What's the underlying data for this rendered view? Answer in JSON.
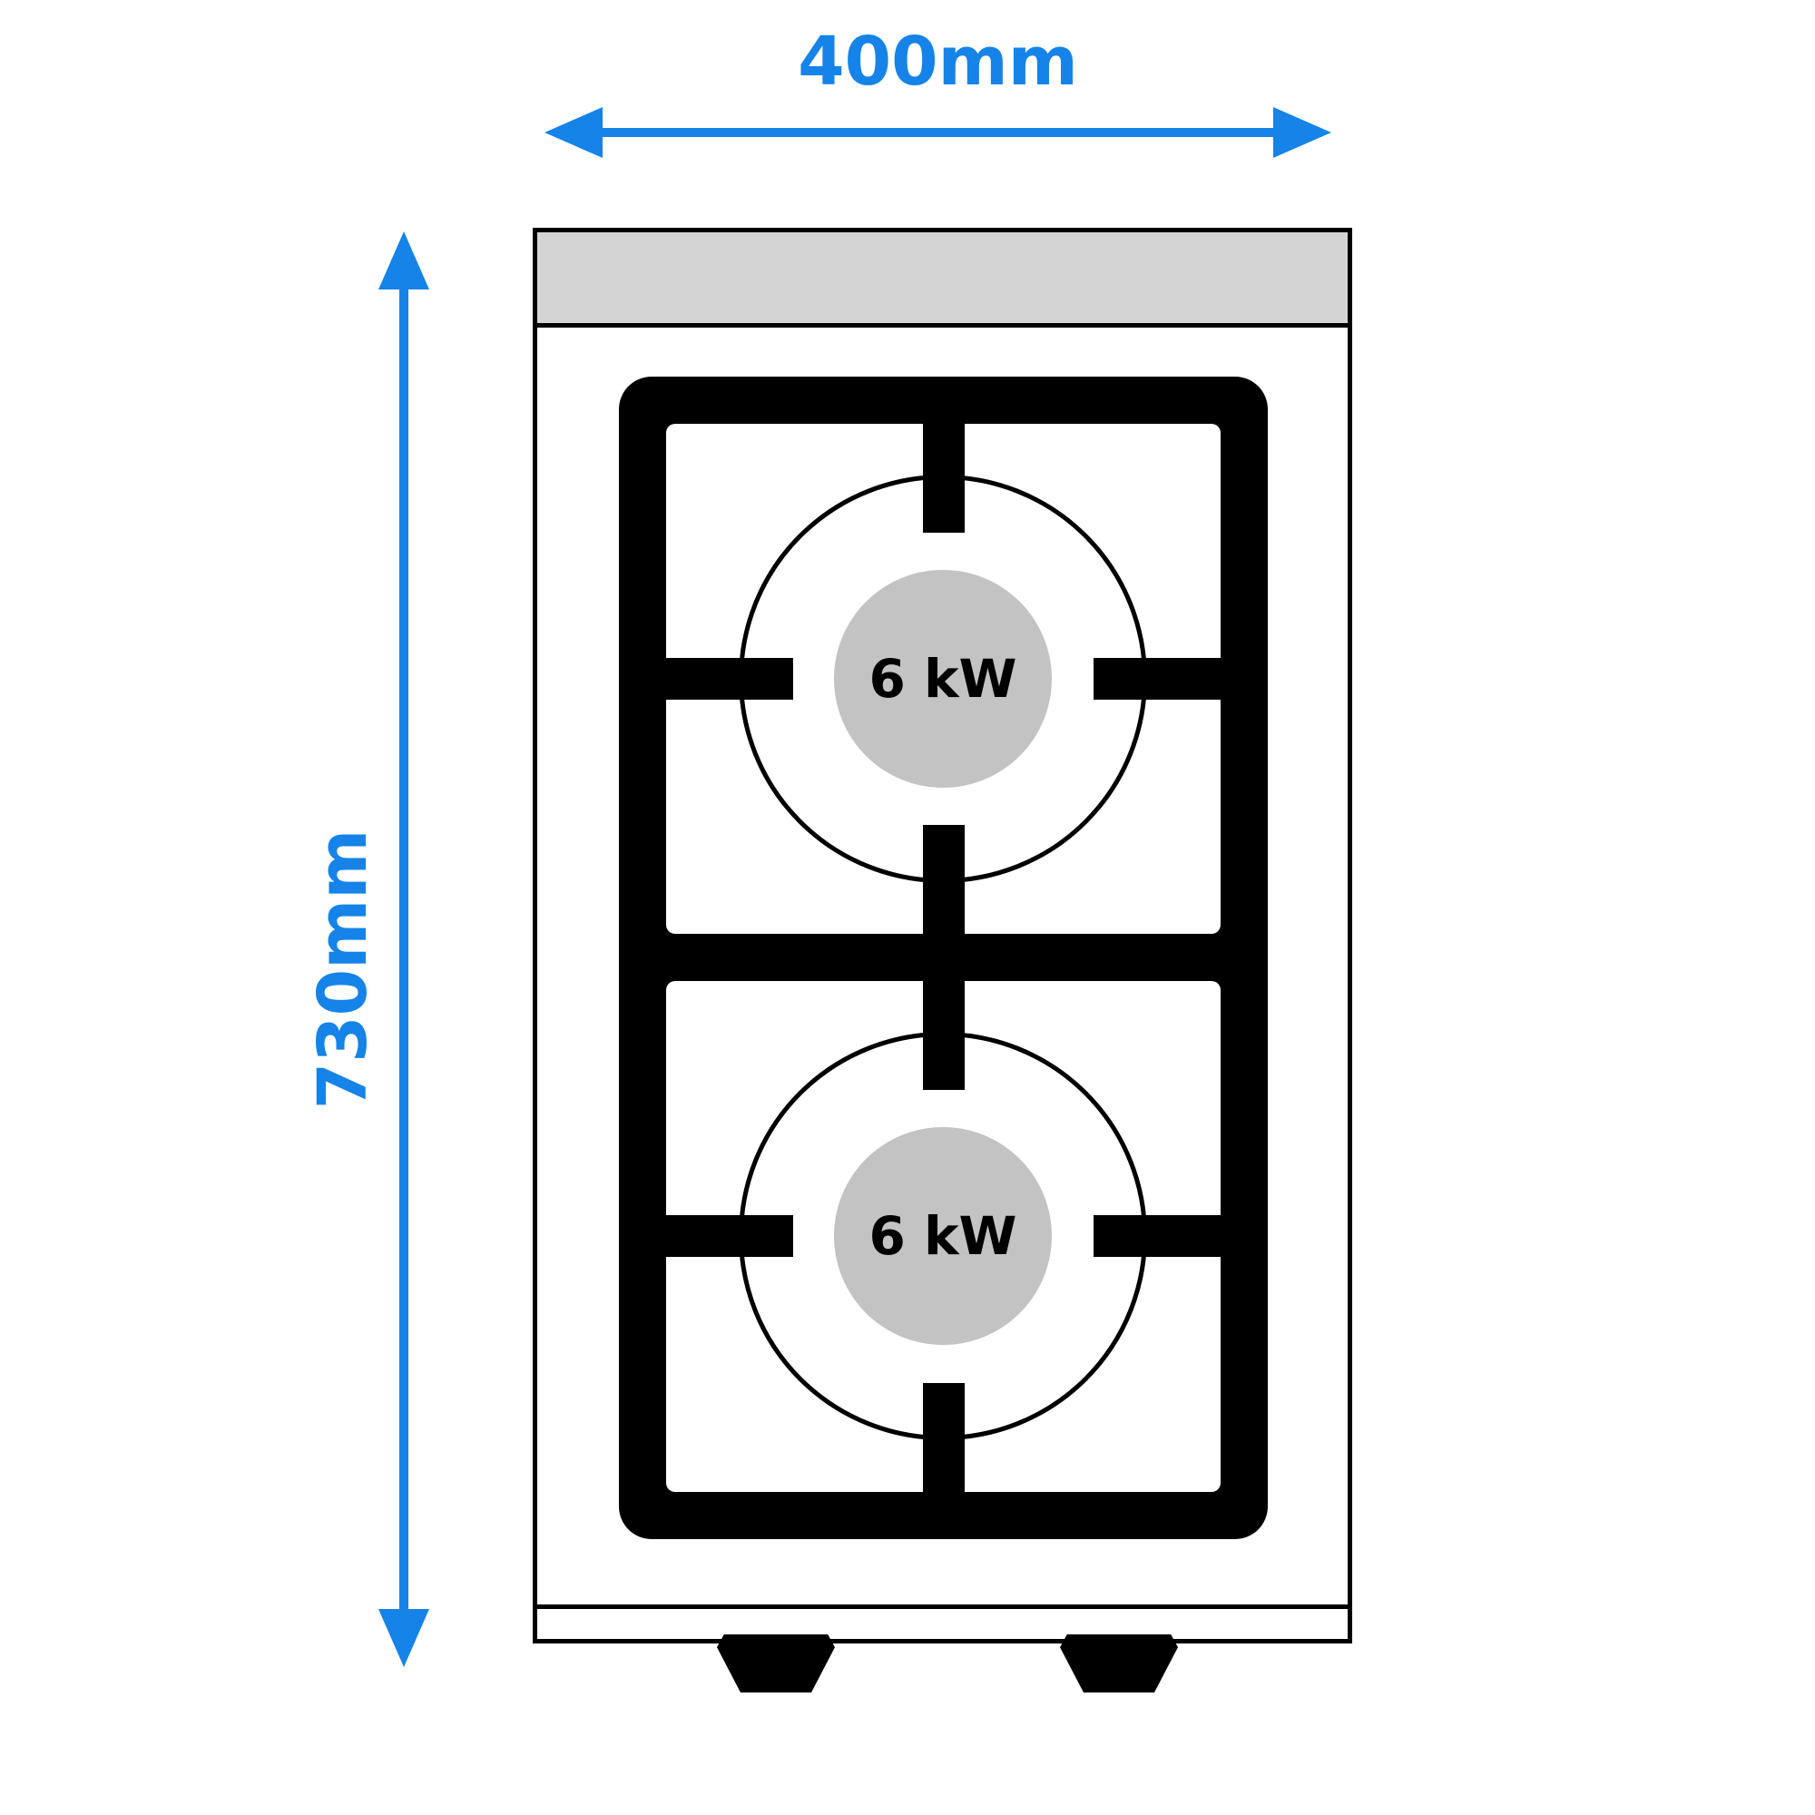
{
  "diagram": {
    "dimensions": {
      "width_label": "400mm",
      "height_label": "730mm"
    },
    "burners": [
      {
        "power_label": "6 kW"
      },
      {
        "power_label": "6 kW"
      }
    ],
    "colors": {
      "dimension_blue": "#1583e8",
      "panel_gray": "#d4d4d4",
      "burner_gray": "#c3c3c3",
      "line_black": "#000000"
    }
  }
}
